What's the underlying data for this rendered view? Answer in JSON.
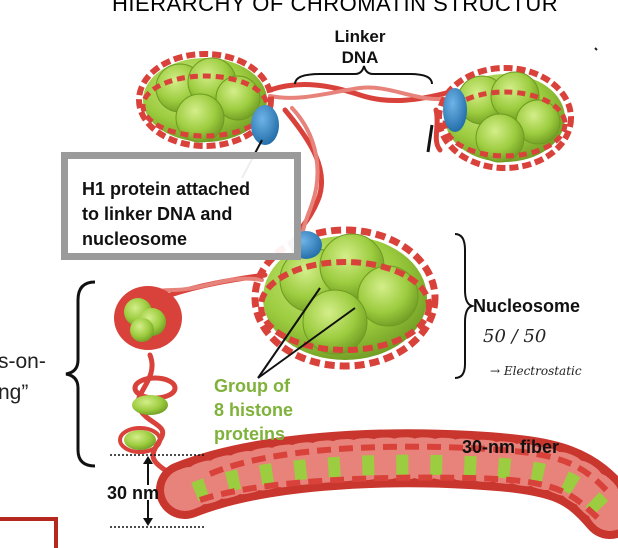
{
  "title": "HIERARCHY OF CHROMATIN STRUCTUR",
  "labels": {
    "linker_dna_line1": "Linker",
    "linker_dna_line2": "DNA",
    "h1_line1": "H1 protein attached",
    "h1_line2": "to linker DNA and",
    "h1_line3": "nucleosome",
    "nucleosome": "Nucleosome",
    "beads_line1": "s-on-",
    "beads_line2": "ng”",
    "histone_line1": "Group of",
    "histone_line2": "8 histone",
    "histone_line3": "proteins",
    "fiber": "30-nm fiber",
    "nm": "30 nm"
  },
  "handwriting": {
    "ratio": "50 / 50",
    "note": "→ Electrostatic"
  },
  "colors": {
    "dna": "#d9423a",
    "dna_light": "#e8837c",
    "dna_rung": "#d6a32a",
    "histone": "#9ccc3f",
    "histone_dark": "#6e9a22",
    "h1": "#2f86c8",
    "histone_label": "#7fb23a",
    "box_border": "#9b9b9b",
    "red_box": "#b5281e"
  }
}
